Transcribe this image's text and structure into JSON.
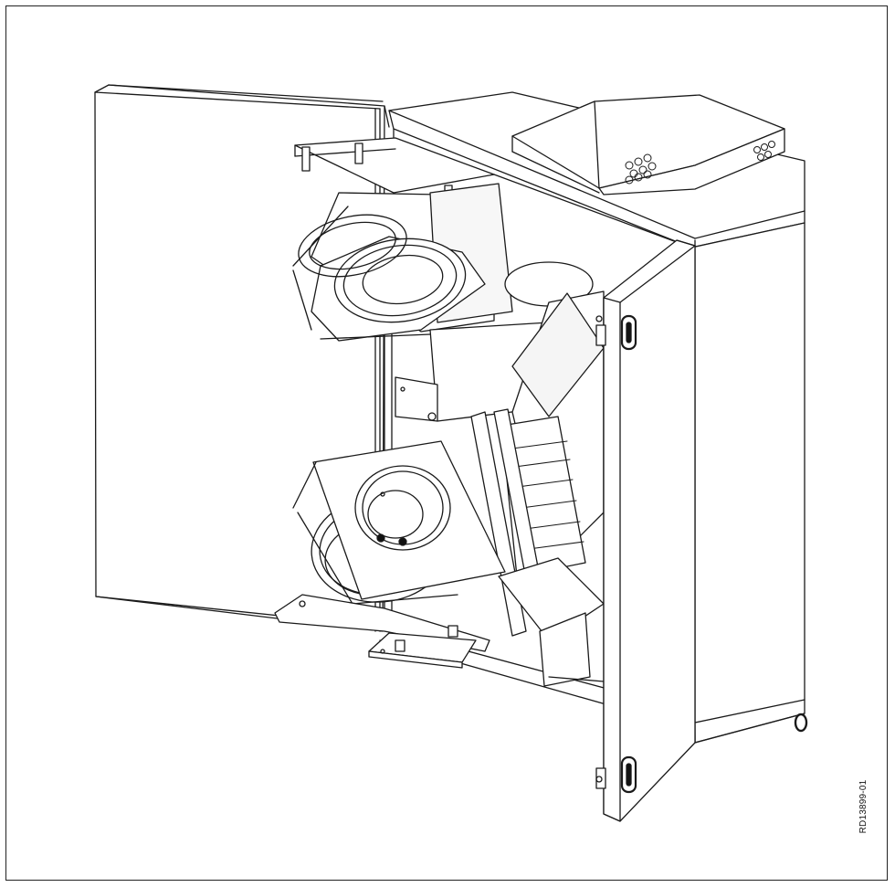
{
  "figure": {
    "drawing_id": "RD13899-01",
    "colors": {
      "line": "#1a1a1a",
      "face_light": "#ffffff",
      "face_shade": "#f2f2f2",
      "hole": "#111111"
    },
    "parts": [
      "open-left-door",
      "open-right-door",
      "top-panel",
      "connection-box",
      "upper-fan",
      "lower-fan",
      "heat-exchanger",
      "base-rail",
      "door-hinge",
      "door-handle"
    ]
  }
}
